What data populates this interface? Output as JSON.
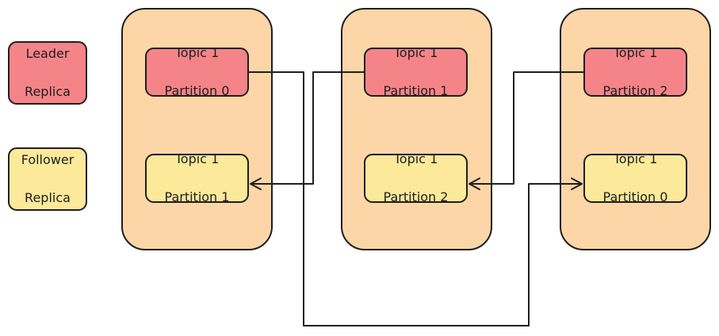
{
  "legend": {
    "leader": {
      "line1": "Leader",
      "line2": "Replica"
    },
    "follower": {
      "line1": "Follower",
      "line2": "Replica"
    }
  },
  "brokers": [
    {
      "leader": {
        "line1": "Topic 1",
        "line2": "Partition 0"
      },
      "follower": {
        "line1": "Topic 1",
        "line2": "Partition 1"
      }
    },
    {
      "leader": {
        "line1": "Topic 1",
        "line2": "Partition 1"
      },
      "follower": {
        "line1": "Topic 1",
        "line2": "Partition 2"
      }
    },
    {
      "leader": {
        "line1": "Topic 1",
        "line2": "Partition 2"
      },
      "follower": {
        "line1": "Topic 1",
        "line2": "Partition 0"
      }
    }
  ],
  "colors": {
    "leader": "#f58488",
    "follower": "#fce99a",
    "broker": "#fcd6a6",
    "stroke": "#1f1f1f"
  }
}
